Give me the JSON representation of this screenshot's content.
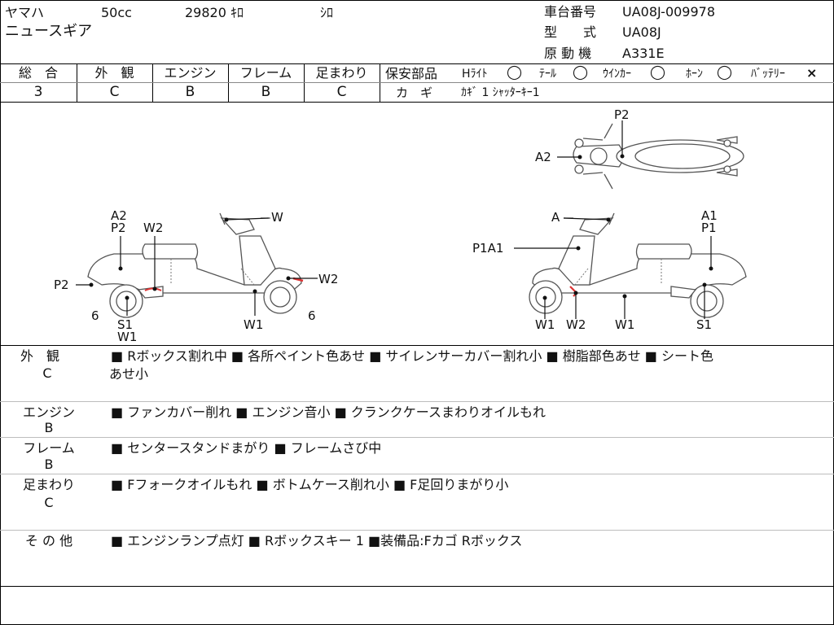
{
  "header": {
    "maker": "ヤマハ",
    "displacement": "50cc",
    "mileage": "29820 ｷﾛ",
    "color": "ｼﾛ",
    "model_name": "ニュースギア",
    "frame_no_label": "車台番号",
    "frame_no": "UA08J-009978",
    "type_label": "型　　式",
    "type_value": "UA08J",
    "engine_label": "原 動 機",
    "engine_value": "A331E"
  },
  "grades": [
    {
      "label": "総　合",
      "value": "3"
    },
    {
      "label": "外　観",
      "value": "C"
    },
    {
      "label": "エンジン",
      "value": "B"
    },
    {
      "label": "フレーム",
      "value": "B"
    },
    {
      "label": "足まわり",
      "value": "C"
    }
  ],
  "safety": {
    "label": "保安部品",
    "items": [
      {
        "name": "Hﾗｲﾄ",
        "mark": "◯"
      },
      {
        "name": "ﾃｰﾙ",
        "mark": "◯"
      },
      {
        "name": "ｳｲﾝｶｰ",
        "mark": "◯"
      },
      {
        "name": "ﾎｰﾝ",
        "mark": "◯"
      },
      {
        "name": "ﾊﾞｯﾃﾘｰ",
        "mark": "×"
      }
    ],
    "key_label": "カ　ギ",
    "key_value": "ｶｷﾞ 1 ｼｬｯﾀｰｷｰ1"
  },
  "diagram_labels": {
    "top_p2": "P2",
    "top_a2": "A2",
    "left_a2": "A2",
    "left_p2a": "P2",
    "left_w2a": "W2",
    "left_w": "W",
    "left_p2b": "P2",
    "left_w2b": "W2",
    "left_6a": "6",
    "left_s1": "S1",
    "left_w1a": "W1",
    "left_w1b": "W1",
    "left_6b": "6",
    "right_a": "A",
    "right_a1": "A1",
    "right_p1": "P1",
    "right_p1a1": "P1A1",
    "right_w1a": "W1",
    "right_w2": "W2",
    "right_w1b": "W1",
    "right_s1": "S1"
  },
  "notes": [
    {
      "category": "外　観",
      "grade": "C",
      "text": "■ Rボックス割れ中 ■ 各所ペイント色あせ ■ サイレンサーカバー割れ小 ■ 樹脂部色あせ ■ シート色",
      "text2": "あせ小"
    },
    {
      "category": "エンジン",
      "grade": "B",
      "text": "■ ファンカバー削れ ■ エンジン音小 ■ クランクケースまわりオイルもれ",
      "text2": ""
    },
    {
      "category": "フレーム",
      "grade": "B",
      "text": "■ センタースタンドまがり ■ フレームさび中",
      "text2": ""
    },
    {
      "category": "足まわり",
      "grade": "C",
      "text": "■ Fフォークオイルもれ ■ ボトムケース削れ小 ■ F足回りまがり小",
      "text2": ""
    },
    {
      "category": "そ の 他",
      "grade": "",
      "text": "■ エンジンランプ点灯 ■ Rボックスキー 1 ■装備品:Fカゴ Rボックス",
      "text2": ""
    }
  ]
}
